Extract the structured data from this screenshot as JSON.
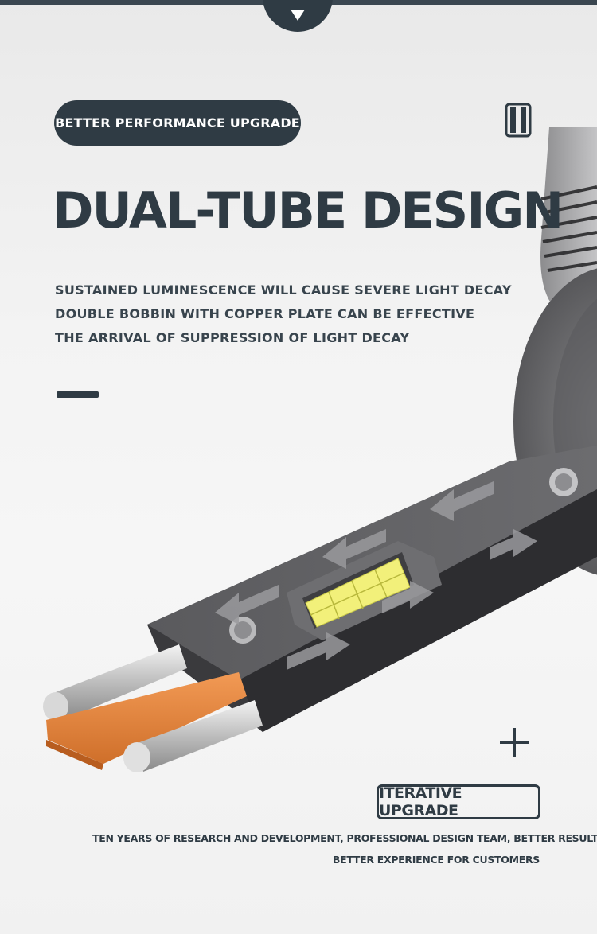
{
  "header": {
    "collapse_icon": "triangle-down-icon"
  },
  "hero": {
    "badge_label": "BETTER PERFORMANCE UPGRADE",
    "headline": "DUAL-TUBE DESIGN",
    "description_lines": [
      "SUSTAINED LUMINESCENCE WILL CAUSE SEVERE LIGHT DECAY",
      "DOUBLE BOBBIN WITH COPPER PLATE CAN BE EFFECTIVE",
      "THE ARRIVAL OF SUPPRESSION OF LIGHT DECAY"
    ],
    "side_icon": "dual-tube-icon"
  },
  "footer": {
    "plus_icon": "plus-icon",
    "upgrade_label": "ITERATIVE UPGRADE",
    "line1": "TEN YEARS OF RESEARCH AND DEVELOPMENT, PROFESSIONAL DESIGN TEAM, BETTER RESULTS,",
    "line2": "BETTER EXPERIENCE FOR CUSTOMERS"
  },
  "colors": {
    "primary": "#2f3b44",
    "background": "#f3f3f3",
    "copper": "#e0823f",
    "led_chip": "#f2f07a"
  }
}
